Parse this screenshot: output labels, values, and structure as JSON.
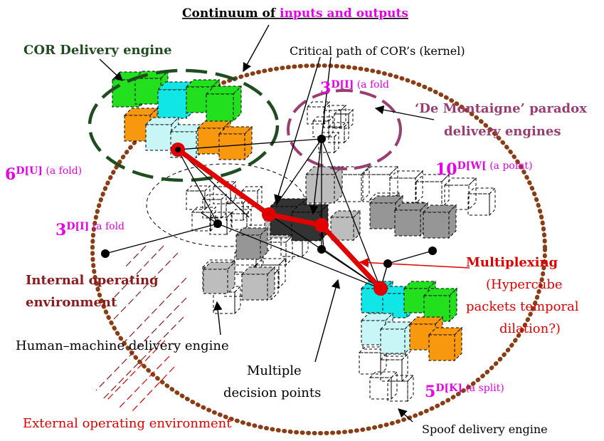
{
  "title": {
    "prefix": "Continuum of ",
    "highlight": "inputs and outputs"
  },
  "labels": {
    "cor_engine": "COR Delivery engine",
    "critical_path": "Critical path of COR’s (kernel)",
    "de_montaigne_line1": "‘De Montaigne’ paradox",
    "de_montaigne_line2": "delivery engines",
    "fold_3dI_top_big": "3",
    "fold_3dI_top_small": "D[I]",
    "fold_3dI_top_rest": " (a fold",
    "fold_6dU_big": "6",
    "fold_6dU_small": "D[U]",
    "fold_6dU_rest": " (a fold)",
    "fold_10dW_big": "10",
    "fold_10dW_small": "D[W[",
    "fold_10dW_rest": " (a point)",
    "fold_3dI_mid_big": "3",
    "fold_3dI_mid_small": "D[I]",
    "fold_3dI_mid_rest": " (a fold",
    "internal_line1": "Internal operating",
    "internal_line2": "environment",
    "multiplexing": "Multiplexing",
    "hypercube_line1": "(Hypercube",
    "hypercube_line2": "packets temporal",
    "hypercube_line3": "dilation?)",
    "human_machine": "Human–machine delivery engine",
    "multiple_line1": "Multiple",
    "multiple_line2": "decision points",
    "split_big": "5",
    "split_small": "D[K]",
    "split_rest": " (a split)",
    "external": "External operating environment",
    "spoof": "Spoof delivery engine"
  },
  "colors": {
    "dark_green": "#1f4d1f",
    "magenta": "#e800e8",
    "maroon": "#8b1a1a",
    "purple": "#9a3d70",
    "red": "#e00000",
    "brown_dots": "#8a3c14",
    "green_cube": "#22e01e",
    "cyan_cube": "#10e6e6",
    "light_cyan_cube": "#c8f6f6",
    "orange_cube": "#f7980f",
    "gray_cube": "#bdbdbd",
    "mid_gray_cube": "#969696",
    "dark_cube": "#333333"
  }
}
